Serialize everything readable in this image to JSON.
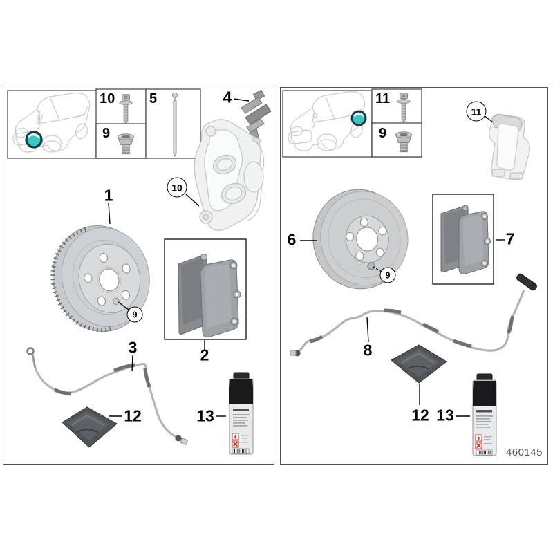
{
  "doc_number": "460145",
  "colors": {
    "wheel_highlight": "#3cc4c1",
    "wheel_highlight_ring": "#17393f"
  },
  "left_panel": {
    "section": "front-brake-axle",
    "box_labels": {
      "torx_bolt": "10",
      "plug_screw": "9",
      "guide_pin": "5"
    },
    "callouts": {
      "retaining_clip": "4",
      "brake_disc": "1",
      "caliper_circled": "10",
      "hub_screw_circled": "9",
      "brake_pads": "2",
      "wear_sensor": "3",
      "brake_paste": "12",
      "brake_cleaner": "13"
    }
  },
  "right_panel": {
    "section": "rear-brake-axle",
    "box_labels": {
      "torx_bolt": "11",
      "plug_screw": "9"
    },
    "callouts": {
      "carrier_circled": "11",
      "brake_disc": "6",
      "hub_screw_circled": "9",
      "brake_pads": "7",
      "wear_sensor": "8",
      "brake_paste": "12",
      "brake_cleaner": "13"
    }
  }
}
